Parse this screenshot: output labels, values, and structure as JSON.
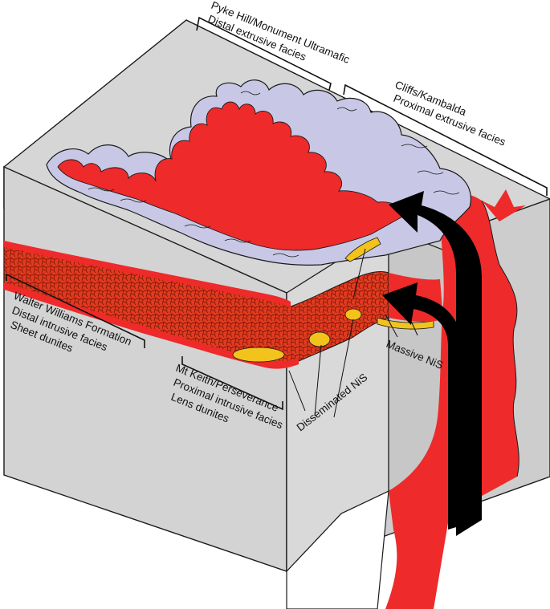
{
  "labels": {
    "pyke_line1": "Pyke Hill/Monument Ultramafic",
    "pyke_line2": "Distal extrusive facies",
    "cliffs_line1": "Cliffs/Kambalda",
    "cliffs_line2": "Proximal extrusive facies",
    "walter_line1": "Walter Williams Formation",
    "walter_line2": "Distal intrusive facies",
    "walter_line3": "Sheet dunites",
    "mtkeith_line1": "Mt Keith/Perseverance",
    "mtkeith_line2": "Proximal intrusive facies",
    "mtkeith_line3": "Lens dunites",
    "disseminated": "Disseminated NiS",
    "massive": "Massive NiS"
  },
  "colors": {
    "block_face": "#d6d6d6",
    "block_face_dark": "#c9c9c9",
    "lava_red": "#ee2a2a",
    "dark_red": "#a01515",
    "lavender": "#c8c8e6",
    "sulfide_yellow": "#f2c21d",
    "arrow_black": "#000000"
  },
  "icons": {
    "flow_arrows": "upward-flow-arrow-icon"
  }
}
